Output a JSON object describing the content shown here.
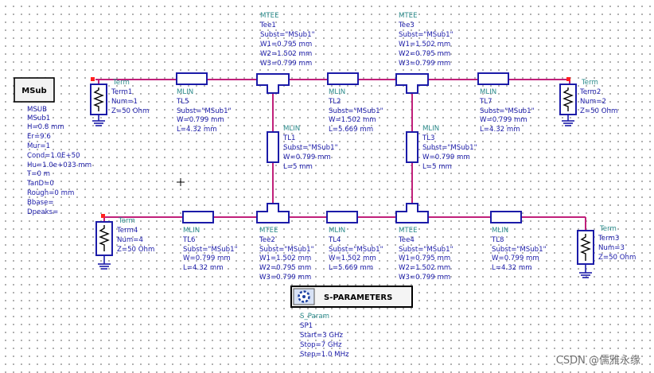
{
  "msub": {
    "box_label": "MSub",
    "type": "MSUB",
    "name": "MSub1",
    "params": [
      "H=0.8 mm",
      "Er=9.6",
      "Mur=1",
      "Cond=1.0E+50",
      "Hu=1.0e+033 mm",
      "T=0 m",
      "TanD=0",
      "Rough=0 mm",
      "Bbase=",
      "Dpeaks="
    ]
  },
  "terms": [
    {
      "type": "Term",
      "name": "Term1",
      "num": "Num=1",
      "z": "Z=50 Ohm"
    },
    {
      "type": "Term",
      "name": "Term2",
      "num": "Num=2",
      "z": "Z=50 Ohm"
    },
    {
      "type": "Term",
      "name": "Term3",
      "num": "Num=3",
      "z": "Z=50 Ohm"
    },
    {
      "type": "Term",
      "name": "Term4",
      "num": "Num=4",
      "z": "Z=50 Ohm"
    }
  ],
  "mlins": [
    {
      "type": "MLIN",
      "name": "TL5",
      "subst": "Subst=\"MSub1\"",
      "w": "W=0.799 mm",
      "l": "L=4.32 mm"
    },
    {
      "type": "MLIN",
      "name": "TL2",
      "subst": "Subst=\"MSub1\"",
      "w": "W=1.502 mm",
      "l": "L=5.669 mm"
    },
    {
      "type": "MLIN",
      "name": "TL7",
      "subst": "Subst=\"MSub1\"",
      "w": "W=0.799 mm",
      "l": "L=4.32 mm"
    },
    {
      "type": "MLIN",
      "name": "TL1",
      "subst": "Subst=\"MSub1\"",
      "w": "W=0.799 mm",
      "l": "L=5 mm"
    },
    {
      "type": "MLIN",
      "name": "TL3",
      "subst": "Subst=\"MSub1\"",
      "w": "W=0.799 mm",
      "l": "L=5 mm"
    },
    {
      "type": "MLIN",
      "name": "TL6",
      "subst": "Subst=\"MSub1\"",
      "w": "W=0.799 mm",
      "l": "L=4.32 mm"
    },
    {
      "type": "MLIN",
      "name": "TL4",
      "subst": "Subst=\"MSub1\"",
      "w": "W=1.502 mm",
      "l": "L=5.669 mm"
    },
    {
      "type": "MLIN",
      "name": "TL8",
      "subst": "Subst=\"MSub1\"",
      "w": "W=0.799 mm",
      "l": "L=4.32 mm"
    }
  ],
  "mtees": [
    {
      "type": "MTEE",
      "name": "Tee1",
      "subst": "Subst=\"MSub1\"",
      "w1": "W1=0.795 mm",
      "w2": "W2=1.502 mm",
      "w3": "W3=0.799 mm"
    },
    {
      "type": "MTEE",
      "name": "Tee3",
      "subst": "Subst=\"MSub1\"",
      "w1": "W1=1.502 mm",
      "w2": "W2=0.795 mm",
      "w3": "W3=0.799 mm"
    },
    {
      "type": "MTEE",
      "name": "Tee2",
      "subst": "Subst=\"MSub1\"",
      "w1": "W1=1.502 mm",
      "w2": "W2=0.795 mm",
      "w3": "W3=0.799 mm"
    },
    {
      "type": "MTEE",
      "name": "Tee4",
      "subst": "Subst=\"MSub1\"",
      "w1": "W1=0.795 mm",
      "w2": "W2=1.502 mm",
      "w3": "W3=0.799 mm"
    }
  ],
  "sparam": {
    "box_label": "S-PARAMETERS",
    "type": "S_Param",
    "name": "SP1",
    "params": [
      "Start=3 GHz",
      "Stop=7 GHz",
      "Step=1.0 MHz"
    ]
  },
  "watermark": "CSDN @儒雅永缘"
}
